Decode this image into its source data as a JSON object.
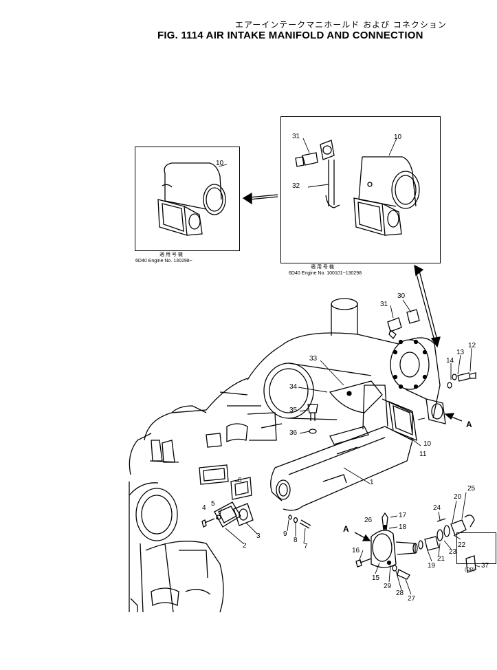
{
  "header": {
    "title_jp": "エアーインテークマニホールド および コネクション",
    "title": "FIG. 1114  AIR INTAKE MANIFOLD AND CONNECTION"
  },
  "insets": [
    {
      "caption_jp": "適 用 号 機",
      "caption": "6D40  Engine  No.  130298~"
    },
    {
      "caption_jp": "適 用 号 機",
      "caption": "6D40  Engine  No.  100101~130298"
    }
  ],
  "option_box": {
    "label": "(OP)"
  },
  "labels": {
    "l10a": "10",
    "l10b": "10",
    "l31a": "31",
    "l32": "32",
    "l30": "30",
    "l31b": "31",
    "l12": "12",
    "l13": "13",
    "l14": "14",
    "l33": "33",
    "l34": "34",
    "l35": "35",
    "l36": "36",
    "l10c": "10",
    "l11": "11",
    "arrowA1": "A",
    "l1": "1",
    "l6": "6",
    "l4": "4",
    "l5": "5",
    "l2": "2",
    "l3": "3",
    "l9": "9",
    "l8": "8",
    "l7": "7",
    "l25": "25",
    "l20": "20",
    "l24": "24",
    "l26": "26",
    "l17": "17",
    "l18": "18",
    "arrowA2": "A",
    "l22": "22",
    "l23": "23",
    "l21": "21",
    "l19": "19",
    "l16": "16",
    "l15": "15",
    "l29": "29",
    "l28": "28",
    "l27": "27",
    "l37": "37"
  }
}
